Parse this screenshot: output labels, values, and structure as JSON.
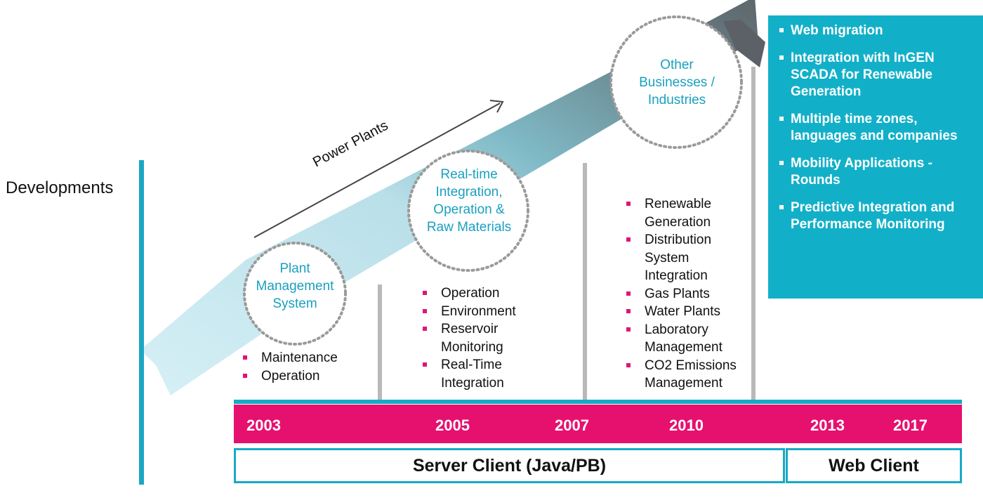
{
  "developments_label": "Developments",
  "arrow_label": "Power Plants",
  "milestones": [
    {
      "title_lines": [
        "Plant",
        "Management",
        "System"
      ],
      "bullets": [
        "Maintenance",
        "Operation"
      ]
    },
    {
      "title_lines": [
        "Real-time",
        "Integration,",
        "Operation &",
        "Raw Materials"
      ],
      "bullets": [
        "Operation",
        "Environment",
        "Reservoir Monitoring",
        "Real-Time Integration"
      ]
    },
    {
      "title_lines": [
        "Other",
        "Businesses /",
        "Industries"
      ],
      "bullets": [
        "Renewable Generation",
        "Distribution System Integration",
        "Gas Plants",
        "Water Plants",
        "Laboratory Management",
        "CO2 Emissions Management"
      ]
    }
  ],
  "web_features": [
    "Web migration",
    "Integration with InGEN SCADA for Renewable Generation",
    "Multiple time zones, languages and companies",
    "Mobility Applications - Rounds",
    "Predictive Integration and Performance Monitoring"
  ],
  "years": [
    "2003",
    "2005",
    "2007",
    "2010",
    "2013",
    "2017"
  ],
  "client_types": [
    "Server Client (Java/PB)",
    "Web Client"
  ],
  "colors": {
    "teal": "#18a9c6",
    "magenta": "#e6106f",
    "circle_text": "#1aa0bf",
    "bullet": "#e0137a"
  }
}
